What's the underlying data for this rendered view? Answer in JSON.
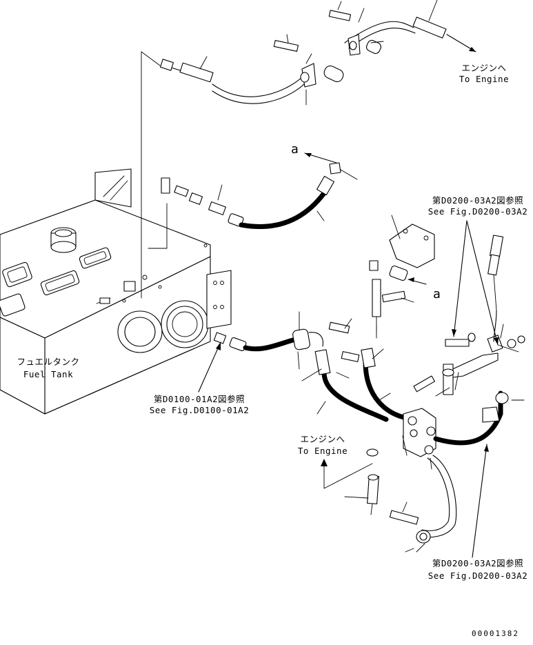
{
  "labels": {
    "to_engine_top_jp": "エンジンへ",
    "to_engine_top_en": "To Engine",
    "to_engine_mid_jp": "エンジンへ",
    "to_engine_mid_en": "To Engine",
    "fuel_tank_jp": "フュエルタンク",
    "fuel_tank_en": "Fuel Tank",
    "ref_d0100_jp": "第D0100-01A2図参照",
    "ref_d0100_en": "See Fig.D0100-01A2",
    "ref_d0200_top_jp": "第D0200-03A2図参照",
    "ref_d0200_top_en": "See Fig.D0200-03A2",
    "ref_d0200_bot_jp": "第D0200-03A2図参照",
    "ref_d0200_bot_en": "See Fig.D0200-03A2",
    "detail_a_top": "a",
    "detail_a_mid": "a",
    "drawing_number": "00001382"
  }
}
